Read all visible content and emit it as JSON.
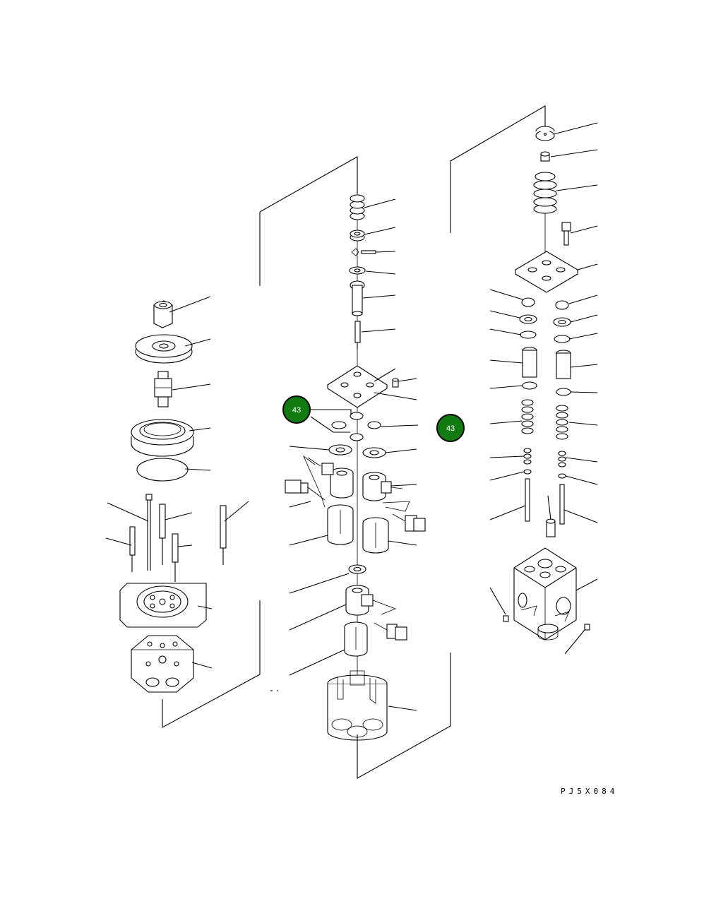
{
  "drawing": {
    "figure_code": "PJ5X084"
  },
  "callouts": [
    {
      "label": "43",
      "fill": "#117a11",
      "ring": "#000000"
    },
    {
      "label": "43",
      "fill": "#117a11",
      "ring": "#000000"
    }
  ],
  "colors": {
    "line": "#000000",
    "background": "#ffffff",
    "callout_fill": "#117a11"
  }
}
